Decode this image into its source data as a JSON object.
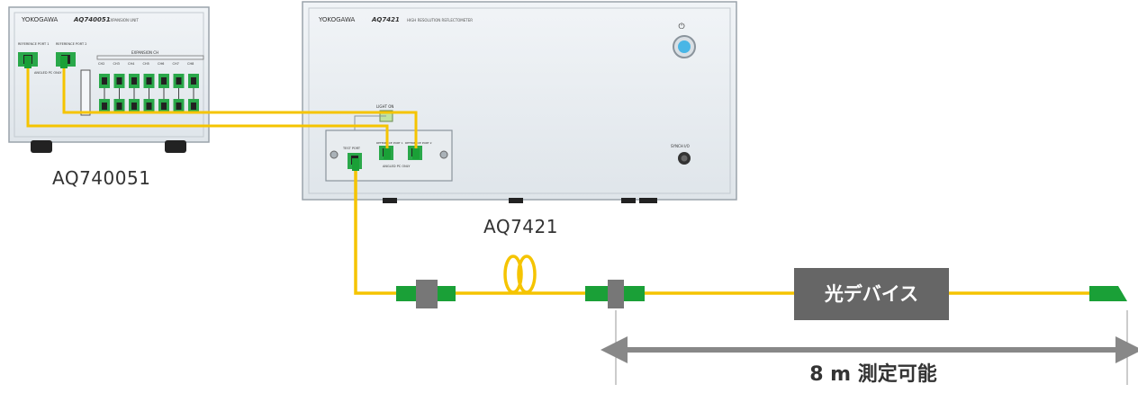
{
  "unit": {
    "caption": "AQ740051",
    "brand": "YOKOGAWA",
    "model": "AQ740051",
    "subtitle": "EXPANSION UNIT",
    "ref_port1": "REFERENCE PORT 1",
    "ref_port2": "REFERENCE PORT 2",
    "angled": "ANGLED PC ONLY",
    "expansion_label": "EXPANSION CH",
    "channels": [
      "CH1",
      "CH2",
      "CH3",
      "CH4",
      "CH5",
      "CH6",
      "CH7",
      "CH8"
    ]
  },
  "osc": {
    "caption": "AQ7421",
    "brand": "YOKOGAWA",
    "model": "AQ7421",
    "subtitle": "HIGH RESOLUTION REFLECTOMETER",
    "light_on": "LIGHT ON",
    "test_port": "TEST PORT",
    "reference1": "REFERENCE PORT 1",
    "reference2": "REFERENCE PORT 2",
    "angled": "ANGLED PC ONLY",
    "sync": "SYNCH I/O"
  },
  "device": {
    "label": "光デバイス"
  },
  "range": {
    "label": "8 m 測定可能"
  },
  "colors": {
    "fiber": "#f5c400",
    "connector": "#1aa037",
    "clamp": "#777777",
    "device": "#666666",
    "arrow": "#888888"
  }
}
